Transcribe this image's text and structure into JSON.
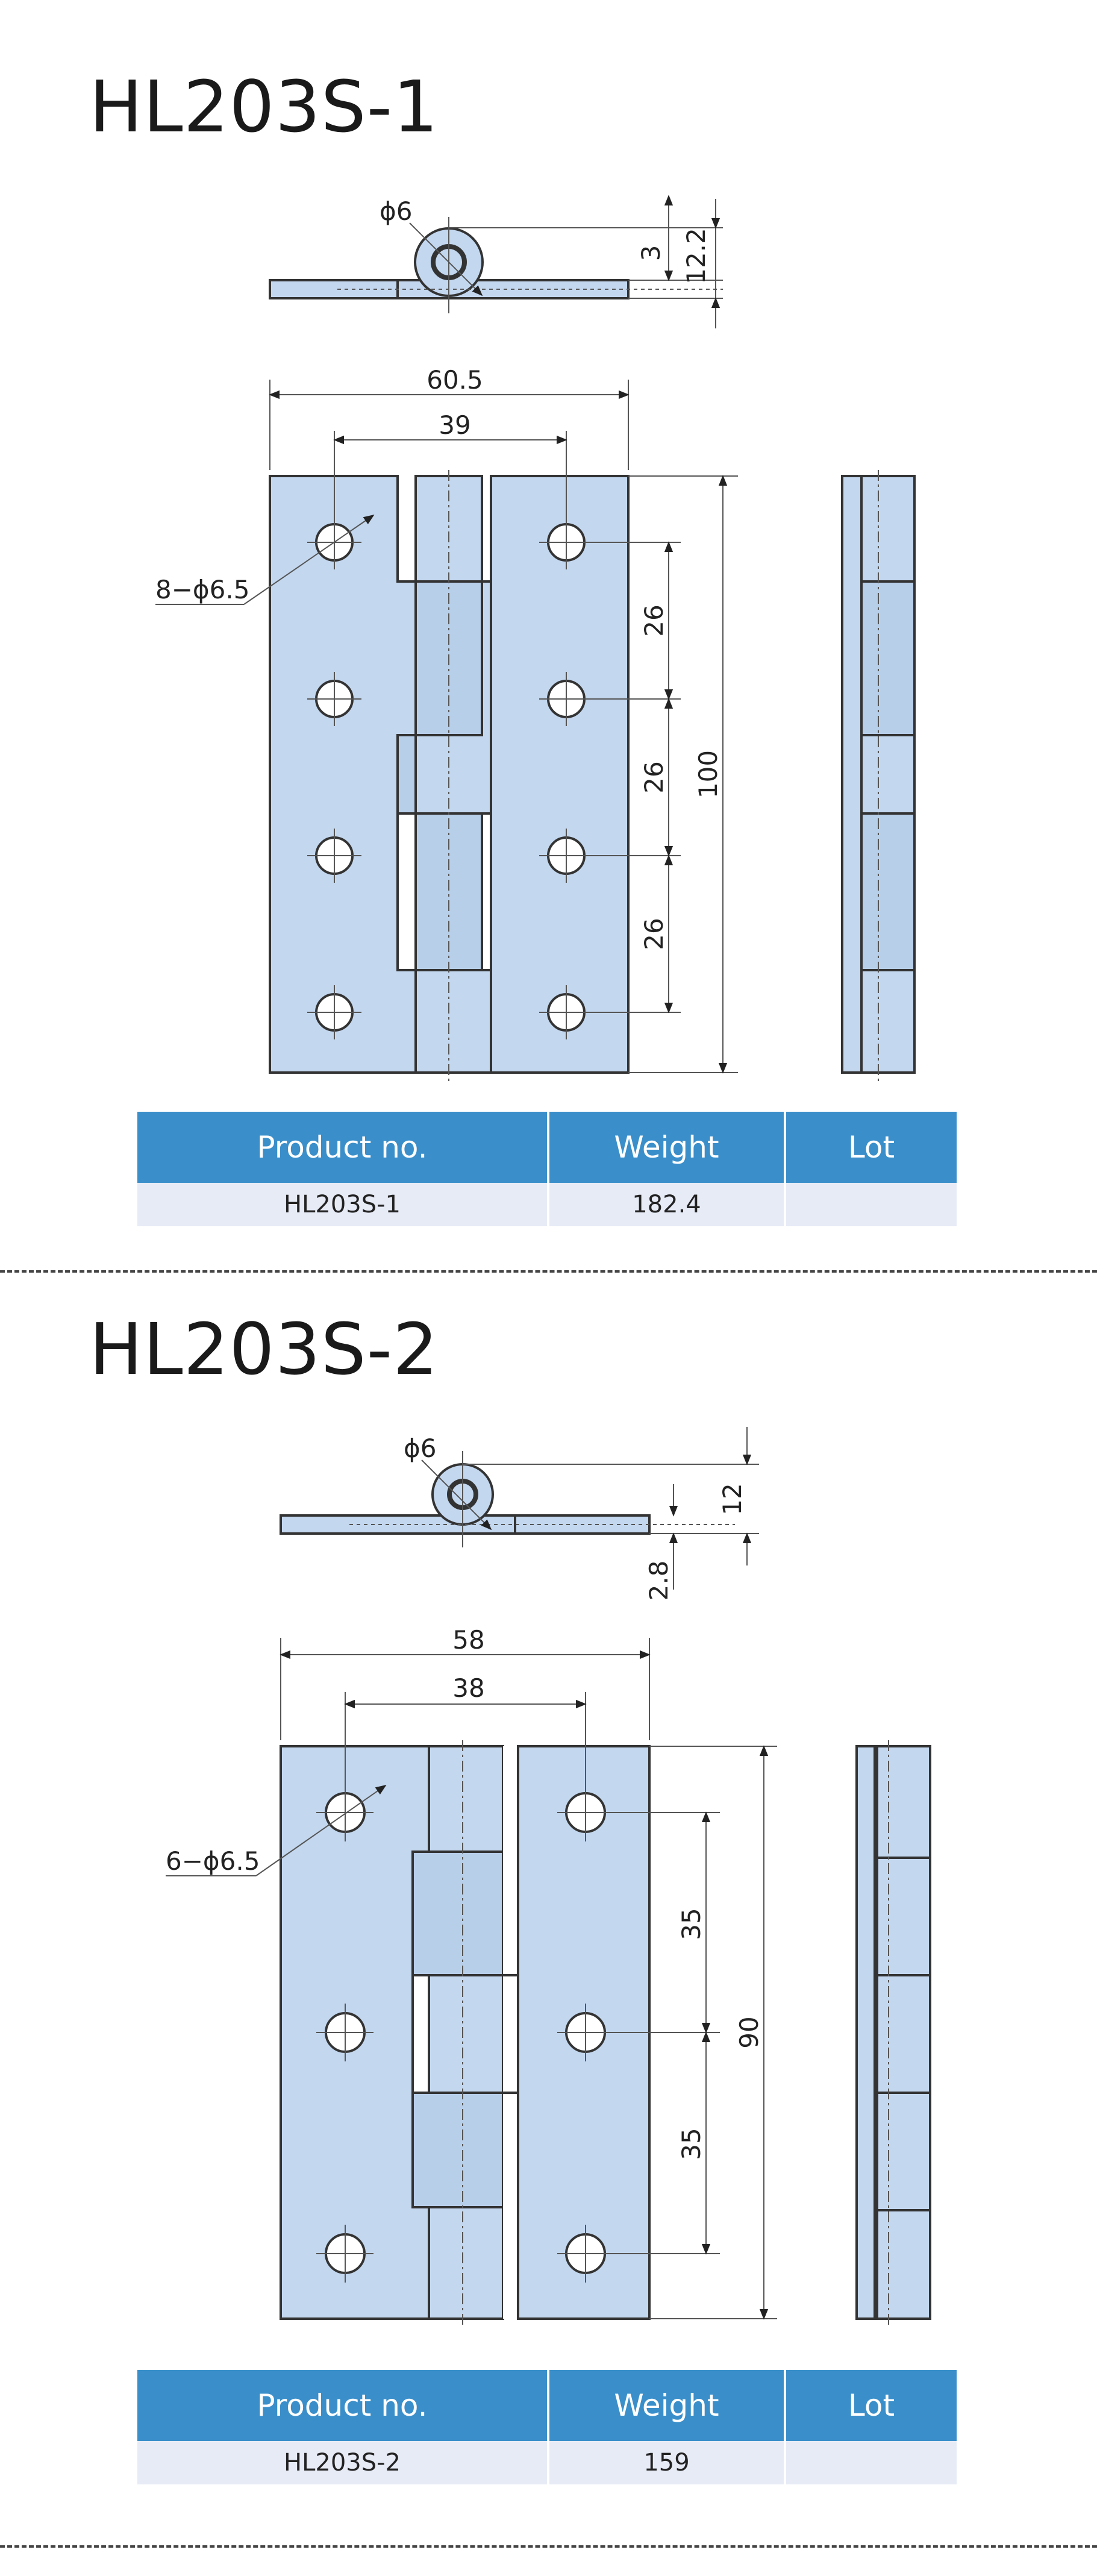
{
  "table_headers": {
    "product": "Product no.",
    "weight": "Weight",
    "lot": "Lot"
  },
  "sections": [
    {
      "title": "HL203S-1",
      "dims": {
        "pin_diameter": "ϕ6",
        "knuckle_thickness": "3",
        "knuckle_height": "12.2",
        "overall_width": "60.5",
        "hole_spacing_x": "39",
        "holes_callout": "8−ϕ6.5",
        "pitch_1": "26",
        "pitch_2": "26",
        "pitch_3": "26",
        "overall_length": "100"
      },
      "table_row": {
        "product": "HL203S-1",
        "weight": "182.4",
        "lot": ""
      }
    },
    {
      "title": "HL203S-2",
      "dims": {
        "pin_diameter": "ϕ6",
        "knuckle_height": "12",
        "plate_thickness": "2.8",
        "overall_width": "58",
        "hole_spacing_x": "38",
        "holes_callout": "6−ϕ6.5",
        "pitch_1": "35",
        "pitch_2": "35",
        "overall_length": "90"
      },
      "table_row": {
        "product": "HL203S-2",
        "weight": "159",
        "lot": ""
      }
    }
  ],
  "colors": {
    "plate_fill": "#c3d7ef",
    "header_blue": "#3a8fca",
    "row_fill": "#e7ebf6",
    "line": "#333333"
  }
}
